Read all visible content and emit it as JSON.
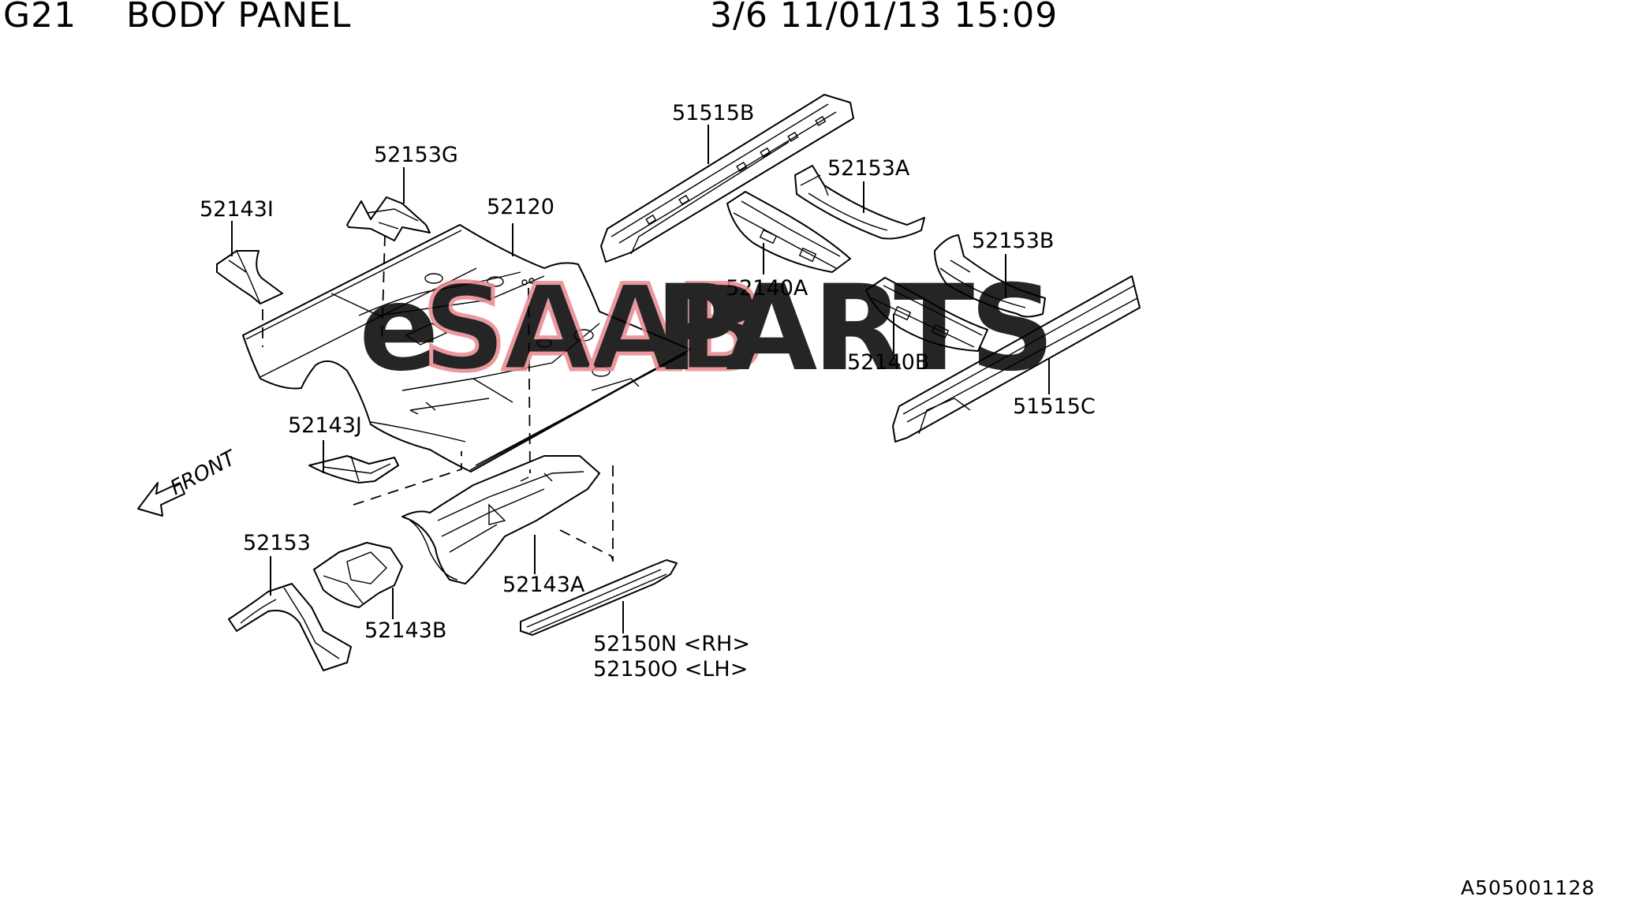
{
  "header": {
    "code": "G21",
    "title": "BODY PANEL",
    "date_stamp": "3/6 11/01/13 15:09"
  },
  "watermark": {
    "prefix": "e",
    "brand": "SAAB",
    "suffix": "PARTS",
    "color": "#e8878b"
  },
  "direction_label": "FRONT",
  "catalog_ref": "A505001128",
  "parts": [
    {
      "id": "51515B",
      "label": "51515B"
    },
    {
      "id": "52153G",
      "label": "52153G"
    },
    {
      "id": "52153A",
      "label": "52153A"
    },
    {
      "id": "52143I",
      "label": "52143I"
    },
    {
      "id": "52120",
      "label": "52120"
    },
    {
      "id": "52140A",
      "label": "52140A"
    },
    {
      "id": "52153B",
      "label": "52153B"
    },
    {
      "id": "52140B",
      "label": "52140B"
    },
    {
      "id": "51515C",
      "label": "51515C"
    },
    {
      "id": "52143J",
      "label": "52143J"
    },
    {
      "id": "52153",
      "label": "52153"
    },
    {
      "id": "52143A",
      "label": "52143A"
    },
    {
      "id": "52143B",
      "label": "52143B"
    },
    {
      "id": "52150N",
      "label": "52150N <RH>"
    },
    {
      "id": "52150O",
      "label": "52150O <LH>"
    }
  ]
}
